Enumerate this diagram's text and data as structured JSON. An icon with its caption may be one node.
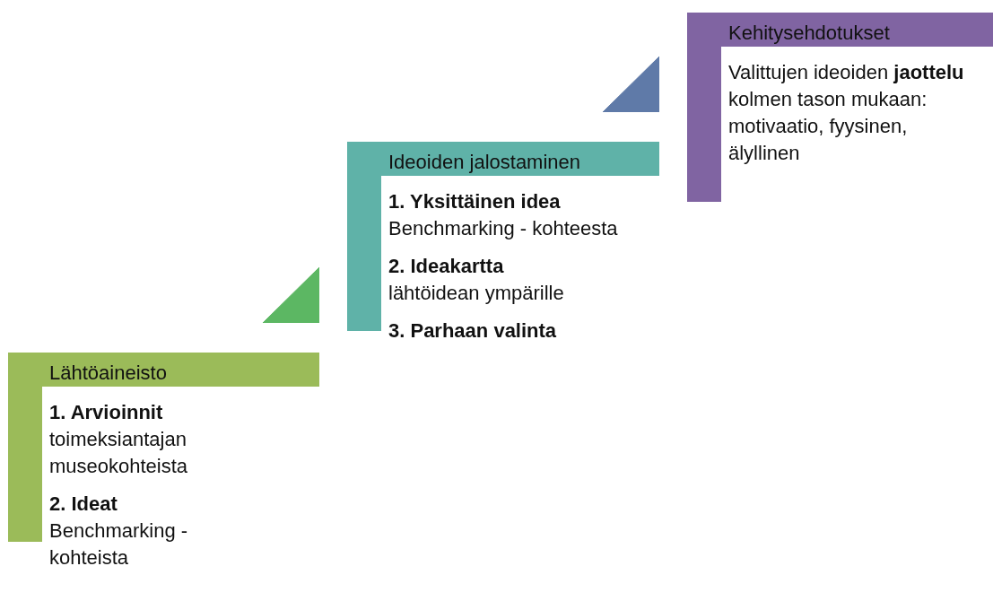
{
  "diagram": {
    "nodes": [
      {
        "text": [
          "Lähtöaineisto",
          "**1. Arvioinnit** toimeksiantajan museokohteista",
          "**2. Ideat** Benchmarking - kohteista"
        ]
      },
      {
        "text": [
          "Ideoiden jalostaminen",
          "**1. Yksittäinen idea** Benchmarking - kohteesta",
          "**2. Ideakartta** lähtöidean ympärille",
          "**3. Parhaan valinta**"
        ]
      },
      {
        "text": [
          "Kehitysehdotukset",
          "Valittujen ideoiden **jaottelu** kolmen tason mukaan: motivaatio, fyysinen, älyllinen"
        ]
      }
    ],
    "edges": [
      {
        "from": 0,
        "to": 1,
        "arrow": "to",
        "color": "#5cb763"
      },
      {
        "from": 1,
        "to": 2,
        "arrow": "to",
        "color": "#5f7aa8"
      }
    ]
  }
}
